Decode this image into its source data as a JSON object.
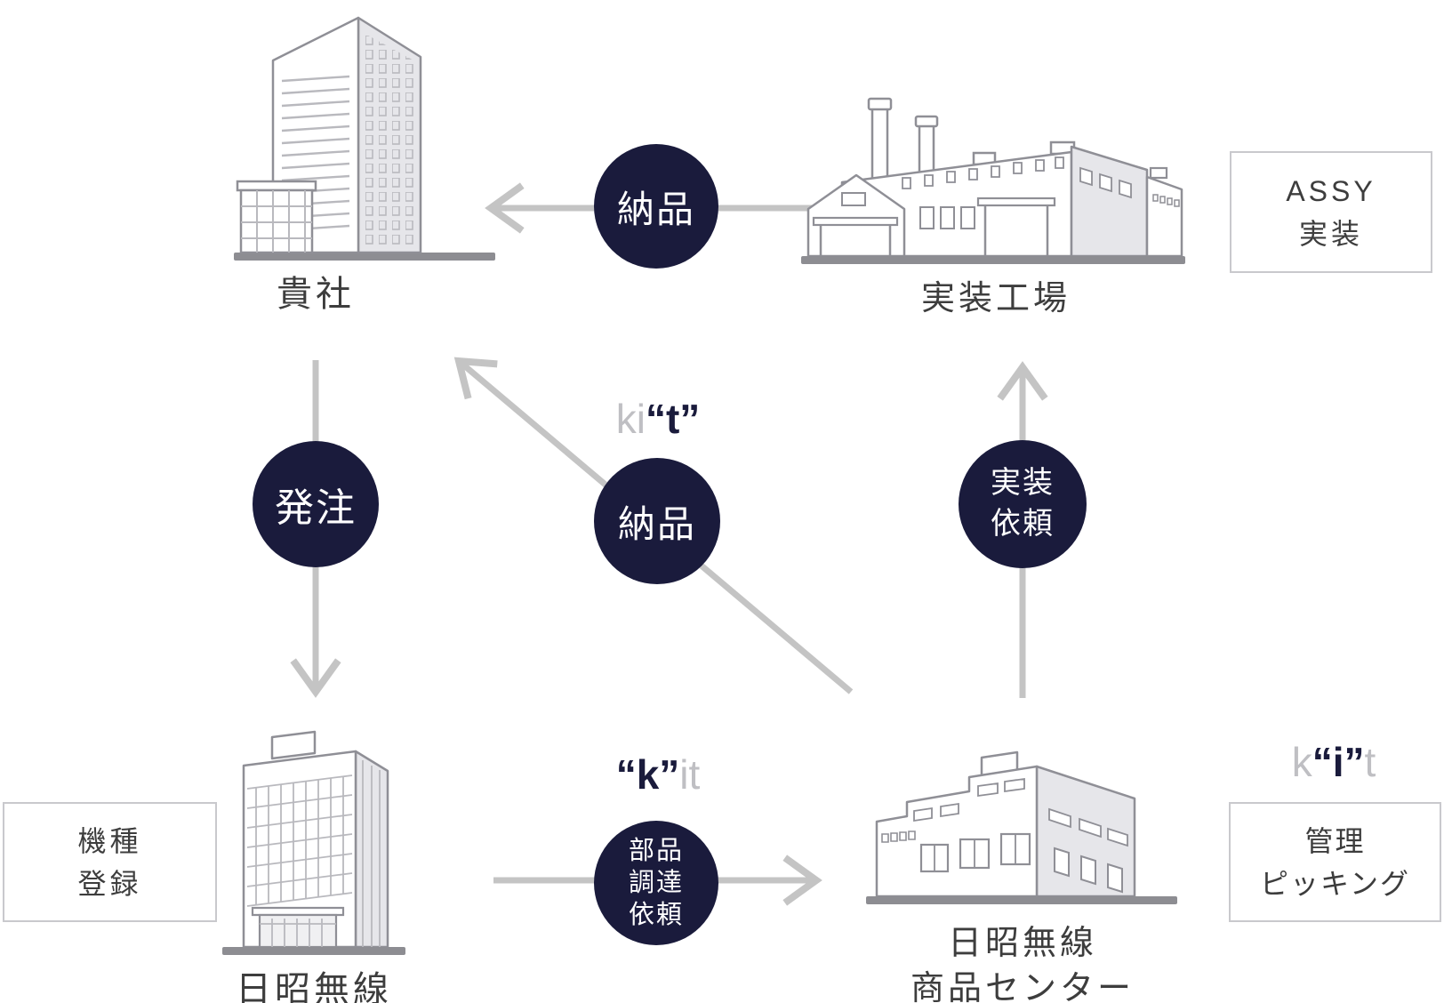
{
  "diagram": {
    "colors": {
      "accent_navy": "#1a1b3c",
      "arrow_gray": "#c4c4c4",
      "muted_text_gray": "#bfbfc3",
      "label_text": "#3d3d3d",
      "box_border": "#c9c9cd"
    },
    "nodes": {
      "your_company": {
        "label": "貴社"
      },
      "mounting_factory": {
        "label": "実装工場"
      },
      "nissho_musen": {
        "label": "日昭無線"
      },
      "product_center": {
        "label_line1": "日昭無線",
        "label_line2": "商品センター"
      }
    },
    "flows": {
      "delivery_top": {
        "label": "納品"
      },
      "order": {
        "label": "発注"
      },
      "kit_delivery": {
        "label": "納品",
        "word": {
          "muted": "ki",
          "accent": "“t”"
        }
      },
      "mounting_request": {
        "line1": "実装",
        "line2": "依頼"
      },
      "parts_procurement": {
        "line1": "部品",
        "line2": "調達",
        "line3": "依頼",
        "word": {
          "accent": "“k”",
          "muted": "it"
        }
      }
    },
    "annotations": {
      "assy": {
        "line1": "ASSY",
        "line2": "実装"
      },
      "model_registration": {
        "line1": "機種",
        "line2": "登録"
      },
      "management_picking": {
        "line1": "管理",
        "line2": "ピッキング",
        "word": {
          "muted_left": "k",
          "accent": "“i”",
          "muted_right": "t"
        }
      }
    }
  }
}
